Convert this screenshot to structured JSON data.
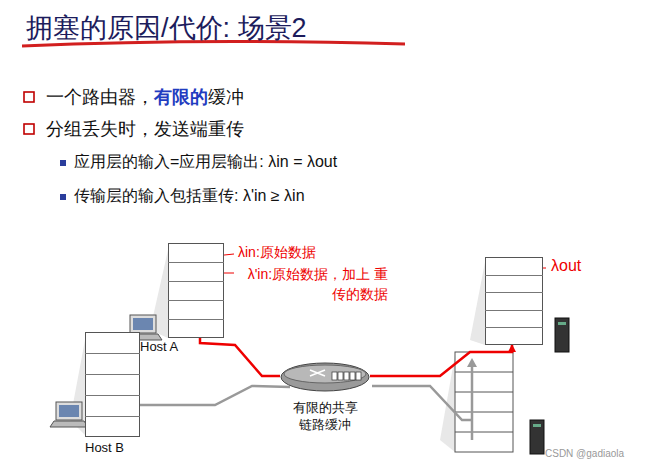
{
  "diagram": {
    "title": "拥塞的原因/代价: 场景2",
    "nodes": [
      {
        "text": [
          "Host A"
        ]
      },
      {
        "text": [
          "Host B"
        ]
      },
      {
        "text": [
          "有限的共享 链路缓冲"
        ]
      },
      {
        "text": [
          "λout"
        ]
      }
    ],
    "edges": [
      {
        "from": 0,
        "to": 2,
        "arrow": "none"
      },
      {
        "from": 1,
        "to": 2,
        "arrow": "none"
      },
      {
        "from": 2,
        "to": 3,
        "arrow": "to"
      }
    ],
    "labels": [
      "一个路由器，",
      "有限的",
      "缓冲",
      "分组丢失时，发送端重传",
      "应用层的输入=应用层输出: λin = λout",
      "传输层的输入包括重传: λ'in ≥ λin",
      "λin:原始数据",
      "λ'in:原始数据，加上 重传的数据",
      "CSDN @gadiaola"
    ]
  }
}
